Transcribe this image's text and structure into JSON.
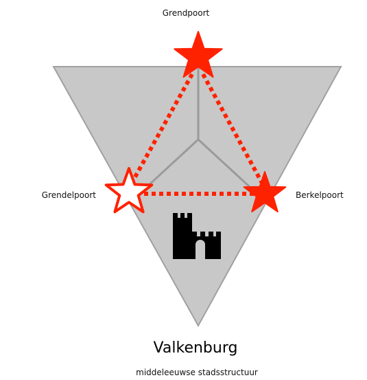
{
  "gates": {
    "top": {
      "label": "Grendpoort",
      "marker": "filled-star-icon"
    },
    "left": {
      "label": "Grendelpoort",
      "marker": "hollow-star-icon"
    },
    "right": {
      "label": "Berkelpoort",
      "marker": "filled-star-icon"
    }
  },
  "center_symbol": "castle-icon",
  "title": "Valkenburg",
  "subtitle": "middeleeuwse stadsstructuur",
  "colors": {
    "triangle_fill": "#c8c8c8",
    "triangle_stroke": "#a0a0a0",
    "star_red": "#ff2200",
    "castle": "#000000"
  }
}
